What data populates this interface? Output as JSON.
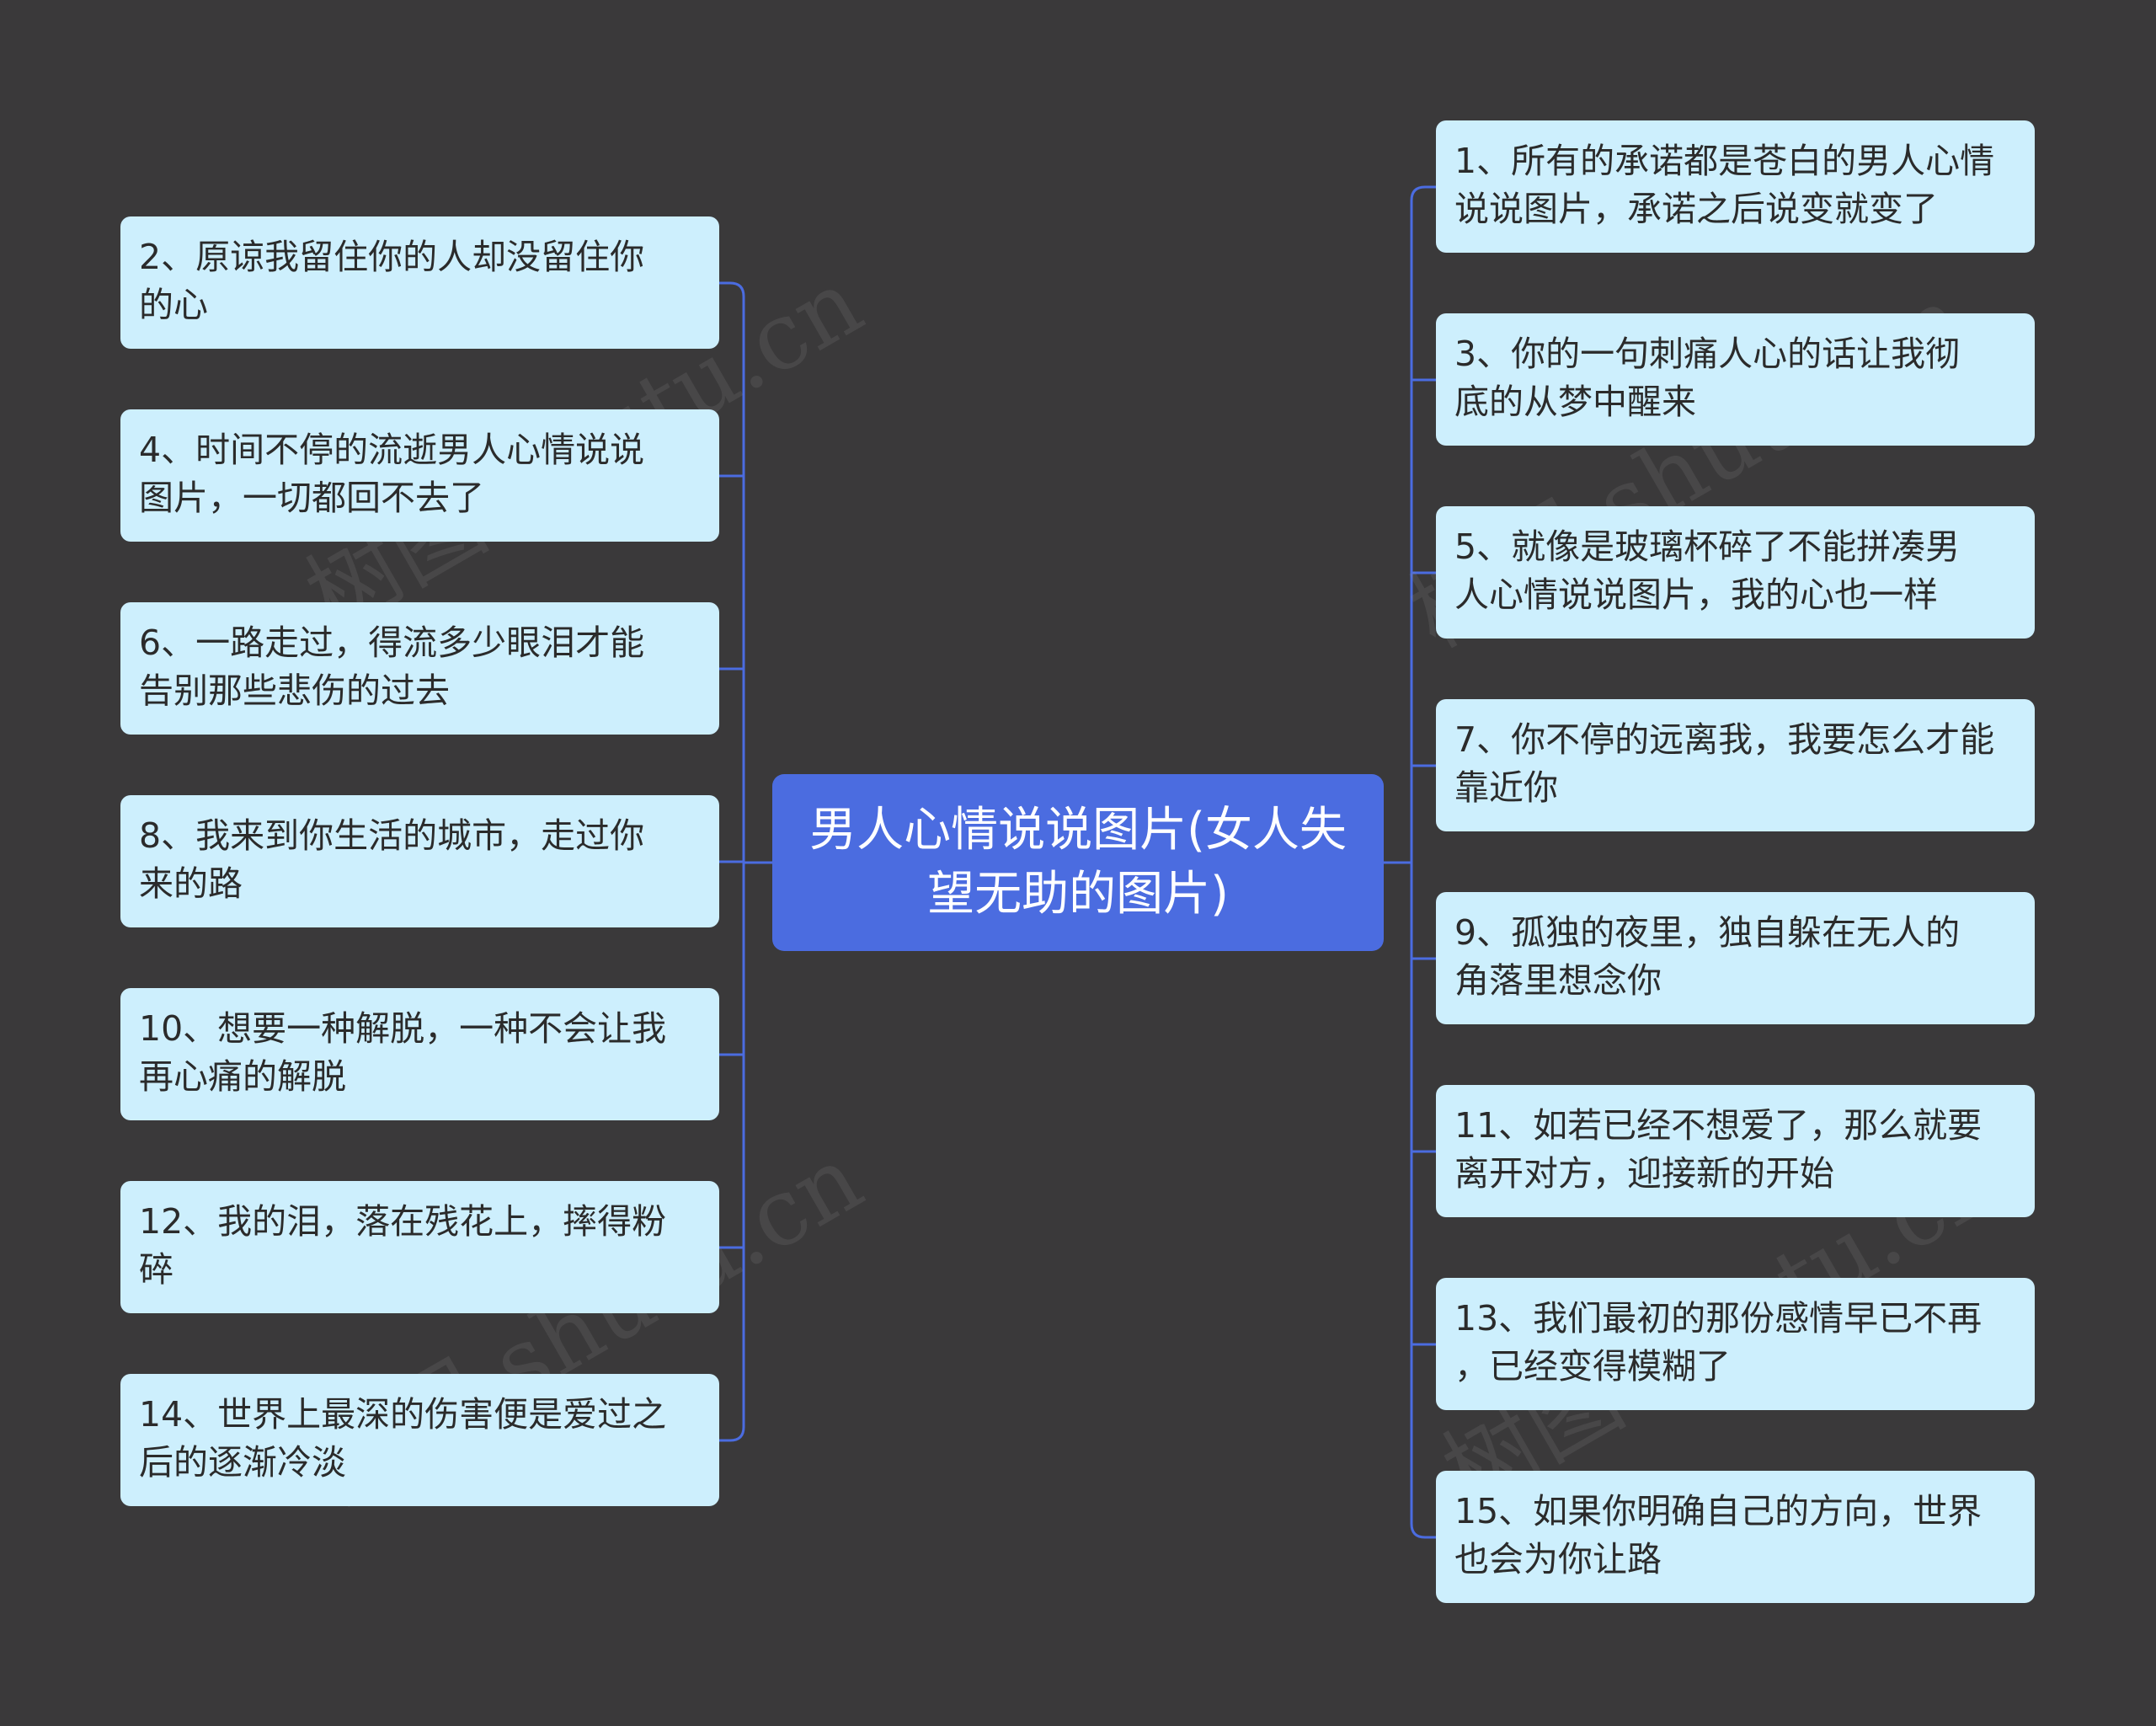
{
  "center": {
    "label": "男人心情说说图片(女人失\n望无助的图片)"
  },
  "left_nodes": [
    "2、原谅我留住你的人却没留住你\n的心",
    "4、时间不停的流逝男人心情说说\n图片，一切都回不去了",
    "6、一路走过，得流多少眼泪才能\n告别那些悲伤的过去",
    "8、我来到你生活的城市，走过你\n来的路",
    "10、想要一种解脱，一种不会让我\n再心痛的解脱",
    "12、我的泪，落在残花上，摔得粉\n碎",
    "14、世界上最深的伤害便是爱过之\n后的逐渐冷淡"
  ],
  "right_nodes": [
    "1、所有的承诺都是苍白的男人心情\n说说图片，承诺之后说变就变了",
    "3、你的一句刺痛人心的话让我彻\n底的从梦中醒来",
    "5、就像是玻璃杯碎了不能拼凑男\n人心情说说图片，我的心也一样",
    "7、你不停的远离我，我要怎么才能\n靠近你",
    "9、孤独的夜里，独自躲在无人的\n角落里想念你",
    "11、如若已经不想爱了，那么就要\n离开对方，迎接新的开始",
    "13、我们最初的那份感情早已不再\n，已经变得模糊了",
    "15、如果你明确自己的方向，世界\n也会为你让路"
  ],
  "watermarks": [
    "树图 shutu.cn",
    "树图 shutu.cn",
    "树图 shutu.cn",
    "树图 shutu.cn"
  ],
  "colors": {
    "background": "#3a393a",
    "connector": "#4b6ce0",
    "node_fill": "#cdeffd",
    "center_fill": "#4b6ce0"
  }
}
